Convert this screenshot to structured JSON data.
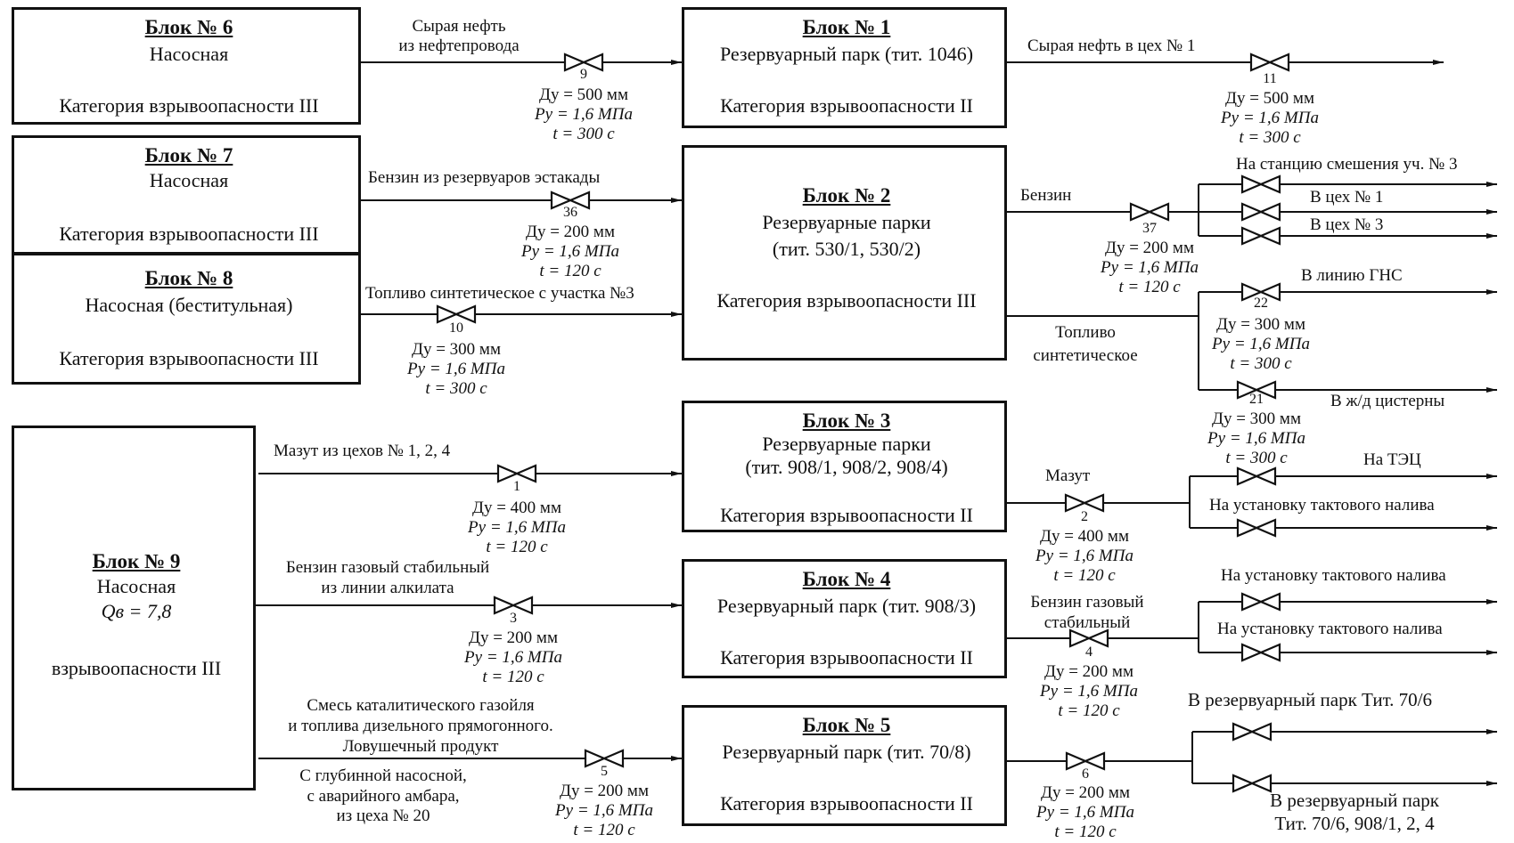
{
  "blocks": {
    "b6": {
      "title": "Блок № 6",
      "name": "Насосная",
      "category": "Категория взрывоопасности III"
    },
    "b7": {
      "title": "Блок № 7",
      "name": "Насосная",
      "category": "Категория взрывоопасности III"
    },
    "b8": {
      "title": "Блок № 8",
      "name": "Насосная (беститульная)",
      "category": "Категория взрывоопасности III"
    },
    "b9": {
      "title": "Блок № 9",
      "name": "Насосная",
      "qv": "Qв = 7,8",
      "category": "взрывоопасности III"
    },
    "b1": {
      "title": "Блок № 1",
      "name": "Резервуарный парк (тит. 1046)",
      "category": "Категория взрывоопасности II"
    },
    "b2": {
      "title": "Блок № 2",
      "name1": "Резервуарные парки",
      "name2": "(тит. 530/1, 530/2)",
      "category": "Категория взрывоопасности III"
    },
    "b3": {
      "title": "Блок № 3",
      "name1": "Резервуарные парки",
      "name2": "(тит. 908/1, 908/2, 908/4)",
      "category": "Категория взрывоопасности II"
    },
    "b4": {
      "title": "Блок № 4",
      "name": "Резервуарный парк (тит. 908/3)",
      "category": "Категория взрывоопасности II"
    },
    "b5": {
      "title": "Блок № 5",
      "name": "Резервуарный парк (тит. 70/8)",
      "category": "Категория взрывоопасности II"
    }
  },
  "flows": {
    "f9_1": "Сырая нефть",
    "f9_2": "из нефтепровода",
    "f11": "Сырая нефть в цех № 1",
    "f36": "Бензин из резервуаров эстакады",
    "f10": "Топливо синтетическое с участка №3",
    "benzin": "Бензин",
    "to_station": "На станцию смешения уч. № 3",
    "to_ceh1": "В цех № 1",
    "to_ceh3": "В цех № 3",
    "to_gns": "В линию ГНС",
    "toplivo_1": "Топливо",
    "toplivo_2": "синтетическое",
    "to_rail": "В ж/д цистерны",
    "mazut_from": "Мазут из цехов № 1, 2, 4",
    "mazut": "Мазут",
    "to_tec": "На ТЭЦ",
    "to_takt1": "На установку тактового налива",
    "benzin_gaz_1": "Бензин газовый стабильный",
    "benzin_gaz_2": "из линии алкилата",
    "to_takt2": "На установку тактового налива",
    "to_takt3": "На установку тактового налива",
    "bg_stab_1": "Бензин газовый",
    "bg_stab_2": "стабильный",
    "mix_1": "Смесь каталитического газойля",
    "mix_2": "и топлива дизельного прямогонного.",
    "mix_3": "Ловушечный продукт",
    "deep_1": "С глубинной насосной,",
    "deep_2": "с аварийного амбара,",
    "deep_3": "из цеха № 20",
    "to_park1": "В резервуарный парк   Тит. 70/6",
    "to_park2_1": "В резервуарный парк",
    "to_park2_2": "Тит. 70/6, 908/1, 2, 4"
  },
  "valves": {
    "v9": {
      "num": "9",
      "du": "Ду = 500 мм",
      "py": "Py = 1,6 МПа",
      "t": "t = 300 с"
    },
    "v11": {
      "num": "11",
      "du": "Ду = 500 мм",
      "py": "Py = 1,6 МПа",
      "t": "t = 300 с"
    },
    "v36": {
      "num": "36",
      "du": "Ду = 200 мм",
      "py": "Py = 1,6 МПа",
      "t": "t = 120 с"
    },
    "v10": {
      "num": "10",
      "du": "Ду = 300 мм",
      "py": "Py = 1,6 МПа",
      "t": "t = 300 с"
    },
    "v37": {
      "num": "37",
      "du": "Ду = 200 мм",
      "py": "Py = 1,6 МПа",
      "t": "t = 120 с"
    },
    "v22": {
      "num": "22",
      "du": "Ду = 300 мм",
      "py": "Py = 1,6 МПа",
      "t": "t = 300 с"
    },
    "v21": {
      "num": "21",
      "du": "Ду = 300 мм",
      "py": "Py = 1,6 МПа",
      "t": "t = 300 с"
    },
    "v1": {
      "num": "1",
      "du": "Ду = 400 мм",
      "py": "Py = 1,6 МПа",
      "t": "t = 120 с"
    },
    "v2": {
      "num": "2",
      "du": "Ду = 400 мм",
      "py": "Py = 1,6 МПа",
      "t": "t = 120 с"
    },
    "v3": {
      "num": "3",
      "du": "Ду = 200 мм",
      "py": "Py = 1,6 МПа",
      "t": "t = 120 с"
    },
    "v4": {
      "num": "4",
      "du": "Ду = 200 мм",
      "py": "Py = 1,6 МПа",
      "t": "t = 120 с"
    },
    "v5": {
      "num": "5",
      "du": "Ду = 200 мм",
      "py": "Py = 1,6 МПа",
      "t": "t = 120 с"
    },
    "v6": {
      "num": "6",
      "du": "Ду = 200 мм",
      "py": "Py = 1,6 МПа",
      "t": "t = 120 с"
    }
  }
}
